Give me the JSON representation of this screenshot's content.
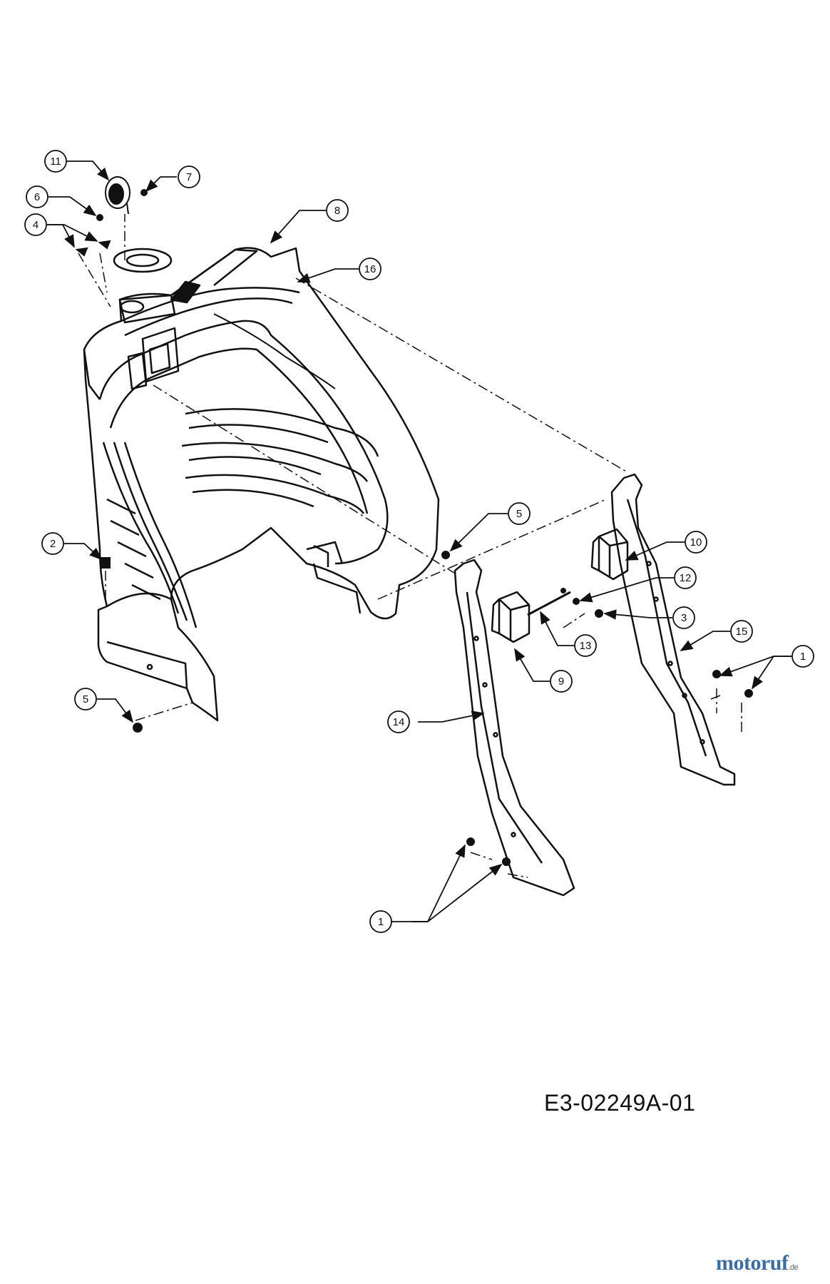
{
  "callouts": [
    {
      "id": "c11",
      "label": "11"
    },
    {
      "id": "c7",
      "label": "7"
    },
    {
      "id": "c6",
      "label": "6"
    },
    {
      "id": "c4",
      "label": "4"
    },
    {
      "id": "c8",
      "label": "8"
    },
    {
      "id": "c16",
      "label": "16"
    },
    {
      "id": "c5a",
      "label": "5"
    },
    {
      "id": "c10",
      "label": "10"
    },
    {
      "id": "c2",
      "label": "2"
    },
    {
      "id": "c12",
      "label": "12"
    },
    {
      "id": "c3",
      "label": "3"
    },
    {
      "id": "c15",
      "label": "15"
    },
    {
      "id": "c13",
      "label": "13"
    },
    {
      "id": "c1a",
      "label": "1"
    },
    {
      "id": "c9",
      "label": "9"
    },
    {
      "id": "c5b",
      "label": "5"
    },
    {
      "id": "c14",
      "label": "14"
    },
    {
      "id": "c1b",
      "label": "1"
    }
  ],
  "reference_code": "E3-02249A-01",
  "watermark": {
    "main": "motoruf",
    "suffix": ".de"
  },
  "colors": {
    "line": "#111111",
    "watermark_a": "#3a6ea5",
    "watermark_b": "#e07b20"
  }
}
